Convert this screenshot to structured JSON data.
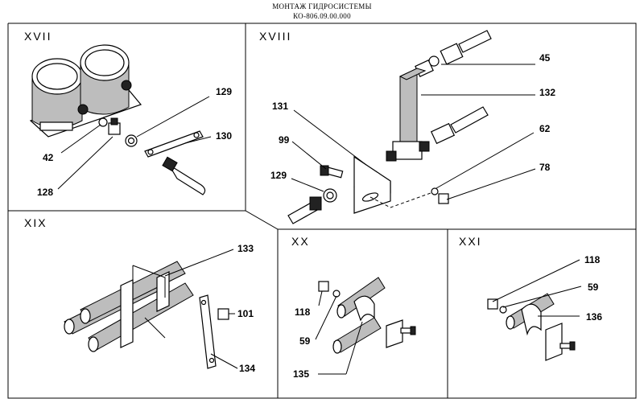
{
  "header": {
    "title": "МОНТАЖ ГИДРОСИСТЕМЫ",
    "code": "КО-806.09.00.000"
  },
  "panels": {
    "xvii": {
      "label": "XVII",
      "callouts": [
        "129",
        "130",
        "42",
        "128"
      ]
    },
    "xviii": {
      "label": "XVIII",
      "callouts": [
        "45",
        "132",
        "131",
        "99",
        "62",
        "78",
        "129"
      ]
    },
    "xix": {
      "label": "XIX",
      "callouts": [
        "133",
        "101",
        "134"
      ]
    },
    "xx": {
      "label": "XX",
      "callouts": [
        "118",
        "59",
        "135"
      ]
    },
    "xxi": {
      "label": "XXI",
      "callouts": [
        "118",
        "59",
        "136"
      ]
    }
  }
}
